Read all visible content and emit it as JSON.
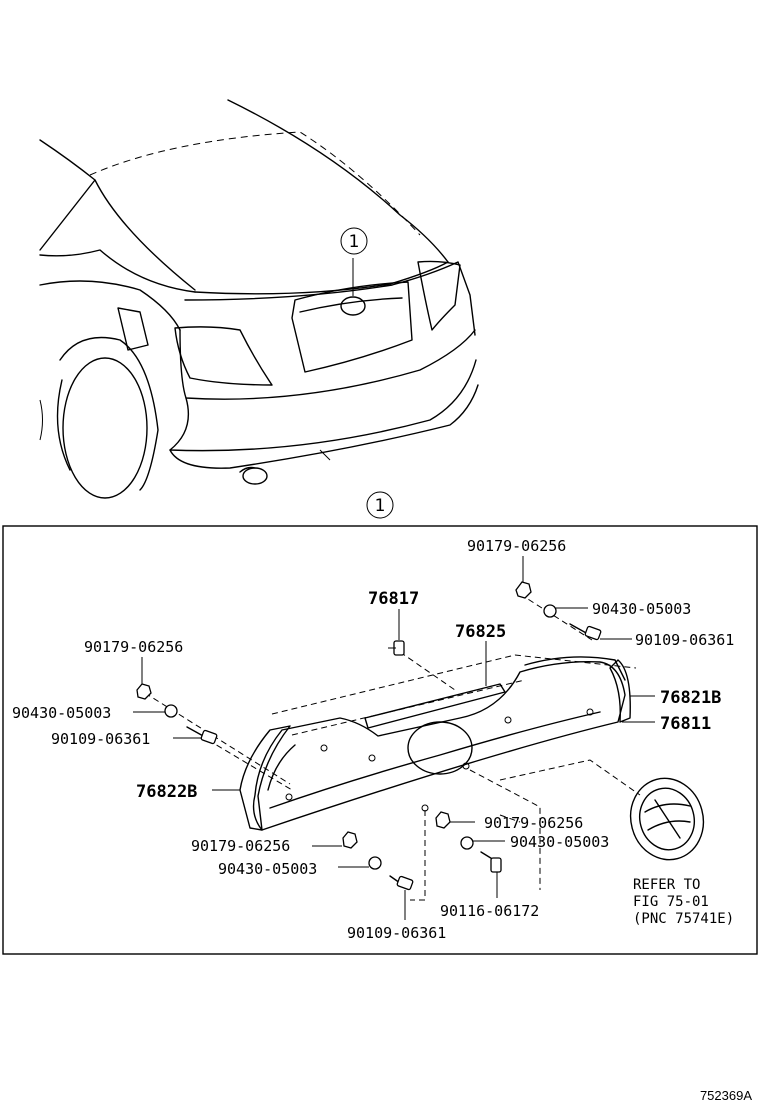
{
  "callout_marker": "1",
  "detail_marker": "1",
  "labels": {
    "p_90179_top": "90179-06256",
    "p_90430_top": "90430-05003",
    "p_90109_top": "90109-06361",
    "p_76817": "76817",
    "p_76825": "76825",
    "p_76821B": "76821B",
    "p_76811": "76811",
    "p_90179_left": "90179-06256",
    "p_90430_left": "90430-05003",
    "p_90109_left": "90109-06361",
    "p_76822B": "76822B",
    "p_90179_bl": "90179-06256",
    "p_90430_bl": "90430-05003",
    "p_90109_bl": "90109-06361",
    "p_90179_bm": "90179-06256",
    "p_90430_bm": "90430-05003",
    "p_90116_bm": "90116-06172"
  },
  "refer_note": [
    "REFER TO",
    "FIG 75-01",
    "(PNC 75741E)"
  ],
  "figure_code": "752369A"
}
